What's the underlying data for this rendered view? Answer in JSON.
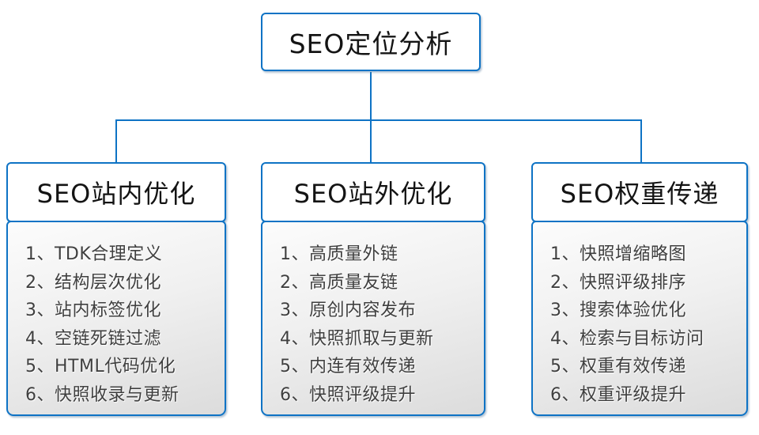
{
  "diagram": {
    "root": {
      "title": "SEO定位分析"
    },
    "branches": [
      {
        "title": "SEO站内优化",
        "items": [
          "1、TDK合理定义",
          "2、结构层次优化",
          "3、站内标签优化",
          "4、空链死链过滤",
          "5、HTML代码优化",
          "6、快照收录与更新"
        ]
      },
      {
        "title": "SEO站外优化",
        "items": [
          "1、高质量外链",
          "2、高质量友链",
          "3、原创内容发布",
          "4、快照抓取与更新",
          "5、内连有效传递",
          "6、快照评级提升"
        ]
      },
      {
        "title": "SEO权重传递",
        "items": [
          "1、快照增缩略图",
          "2、快照评级排序",
          "3、搜索体验优化",
          "4、检索与目标访问",
          "5、权重有效传递",
          "6、权重评级提升"
        ]
      }
    ],
    "colors": {
      "connector_and_border_blue": "#0e73c5",
      "header_text": "#141414",
      "list_text": "#3f3f3f",
      "panel_gradient_top": "#fcfcfc",
      "panel_gradient_bottom": "#dcdcdc"
    }
  }
}
